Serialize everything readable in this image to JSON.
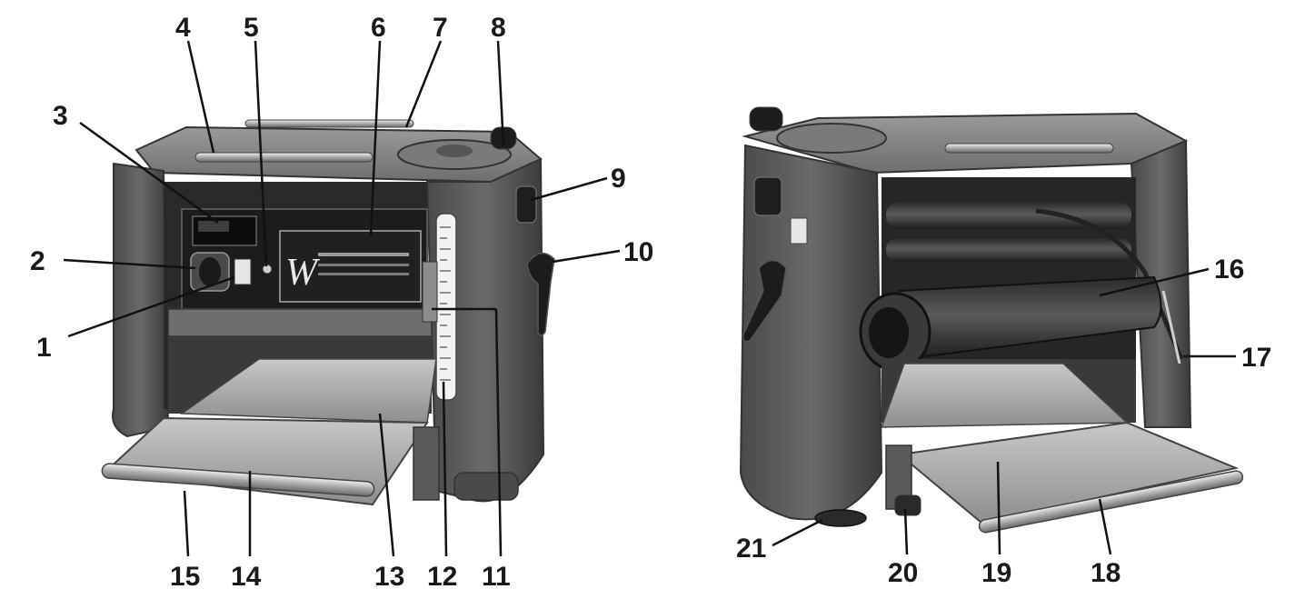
{
  "figure": {
    "views": [
      {
        "id": "front-view",
        "callouts": [
          "1",
          "2",
          "3",
          "4",
          "5",
          "6",
          "7",
          "8",
          "9",
          "10",
          "11",
          "12",
          "13",
          "14",
          "15"
        ]
      },
      {
        "id": "rear-view",
        "callouts": [
          "16",
          "17",
          "18",
          "19",
          "20",
          "21"
        ]
      }
    ],
    "panel_logo_letter": "W",
    "colors": {
      "body_dark": "#3d3d3d",
      "body_mid": "#5a5a5a",
      "body_light": "#8a8a8a",
      "table_steel": "#b7b7b7",
      "table_shadow": "#7e7e7e",
      "roller": "#d9d9d9",
      "leader": "#111111",
      "label": "#1a1a1a"
    }
  }
}
